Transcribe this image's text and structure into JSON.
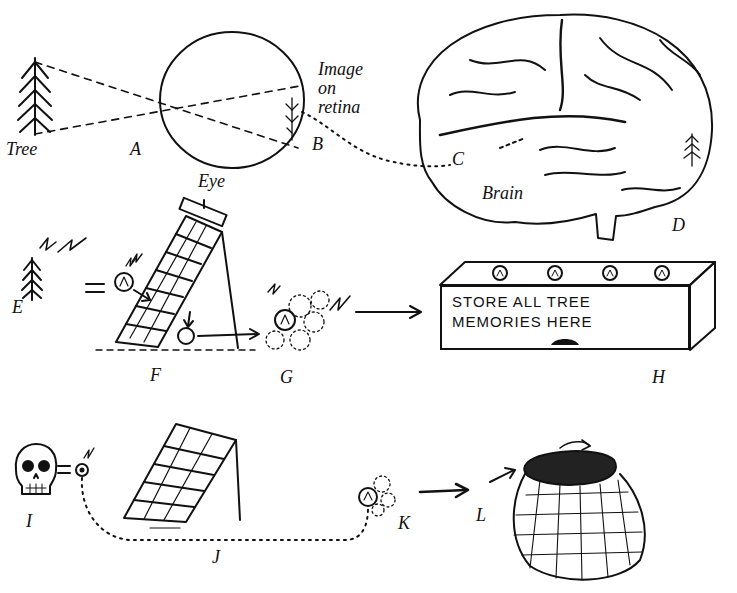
{
  "diagram": {
    "nodes": [
      {
        "text": [
          "STORE ALL TREE MEMORIES HERE"
        ]
      }
    ],
    "labels": [
      "Tree",
      "A",
      "Eye",
      "B",
      "Image on retina",
      "C",
      "Brain",
      "D",
      "E",
      "F",
      "G",
      "H",
      "I",
      "J",
      "K",
      "L"
    ]
  }
}
